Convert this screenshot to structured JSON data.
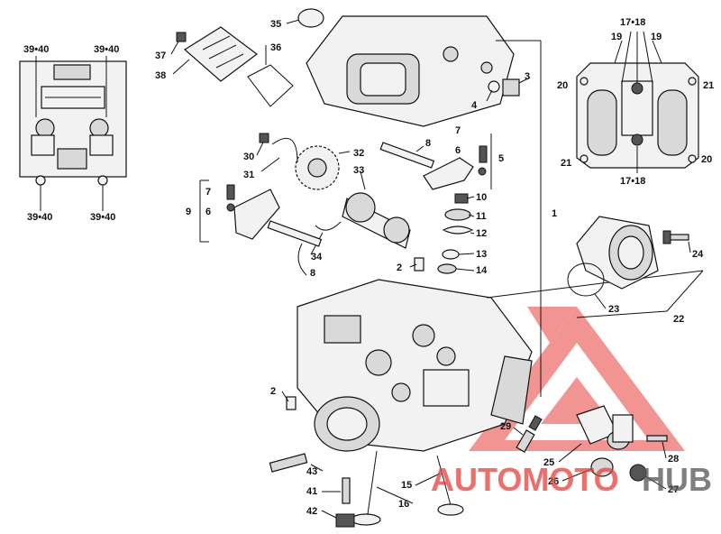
{
  "labels": {
    "l1": "1",
    "l2a": "2",
    "l2b": "2",
    "l3": "3",
    "l4": "4",
    "l5": "5",
    "l6a": "6",
    "l6b": "6",
    "l7a": "7",
    "l7b": "7",
    "l8a": "8",
    "l8b": "8",
    "l9": "9",
    "l10": "10",
    "l11": "11",
    "l12": "12",
    "l13": "13",
    "l14": "14",
    "l15": "15",
    "l16": "16",
    "l17a": "17•18",
    "l17b": "17•18",
    "l19a": "19",
    "l19b": "19",
    "l20a": "20",
    "l20b": "20",
    "l21a": "21",
    "l21b": "21",
    "l22": "22",
    "l23": "23",
    "l24": "24",
    "l25": "25",
    "l26": "26",
    "l27": "27",
    "l28": "28",
    "l29": "29",
    "l30": "30",
    "l31": "31",
    "l32": "32",
    "l33": "33",
    "l34": "34",
    "l35": "35",
    "l36": "36",
    "l37": "37",
    "l38": "38",
    "l3940a": "39•40",
    "l3940b": "39•40",
    "l3940c": "39•40",
    "l3940d": "39•40",
    "l41": "41",
    "l42": "42",
    "l43": "43"
  },
  "watermark": {
    "text_left": "AUTOMOTO",
    "text_right": "HUB",
    "color": "#e8403a",
    "color_dark": "#555555"
  }
}
